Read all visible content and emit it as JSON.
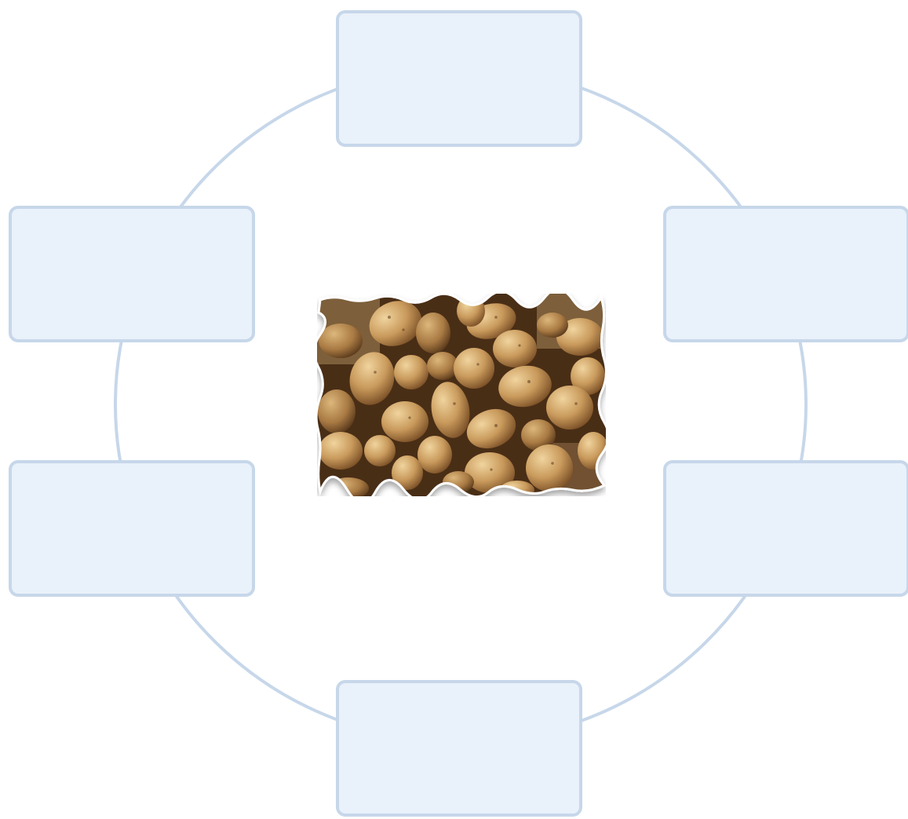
{
  "diagram": {
    "type": "cycle",
    "colors": {
      "ring": "#c7d7ea",
      "node_fill": "#e9f1fa",
      "node_border": "#c7d7ea",
      "potato_skin": "#c69a5e",
      "potato_highlight": "#e4c28a",
      "potato_shadow": "#5a3a1c",
      "sack": "#8a6a45"
    },
    "center_image": {
      "subject": "potatoes-in-sack",
      "icon": "potatoes-photo"
    },
    "nodes": [
      {
        "id": "top",
        "label": ""
      },
      {
        "id": "upper-left",
        "label": ""
      },
      {
        "id": "upper-right",
        "label": ""
      },
      {
        "id": "lower-left",
        "label": ""
      },
      {
        "id": "lower-right",
        "label": ""
      },
      {
        "id": "bottom",
        "label": ""
      }
    ]
  }
}
